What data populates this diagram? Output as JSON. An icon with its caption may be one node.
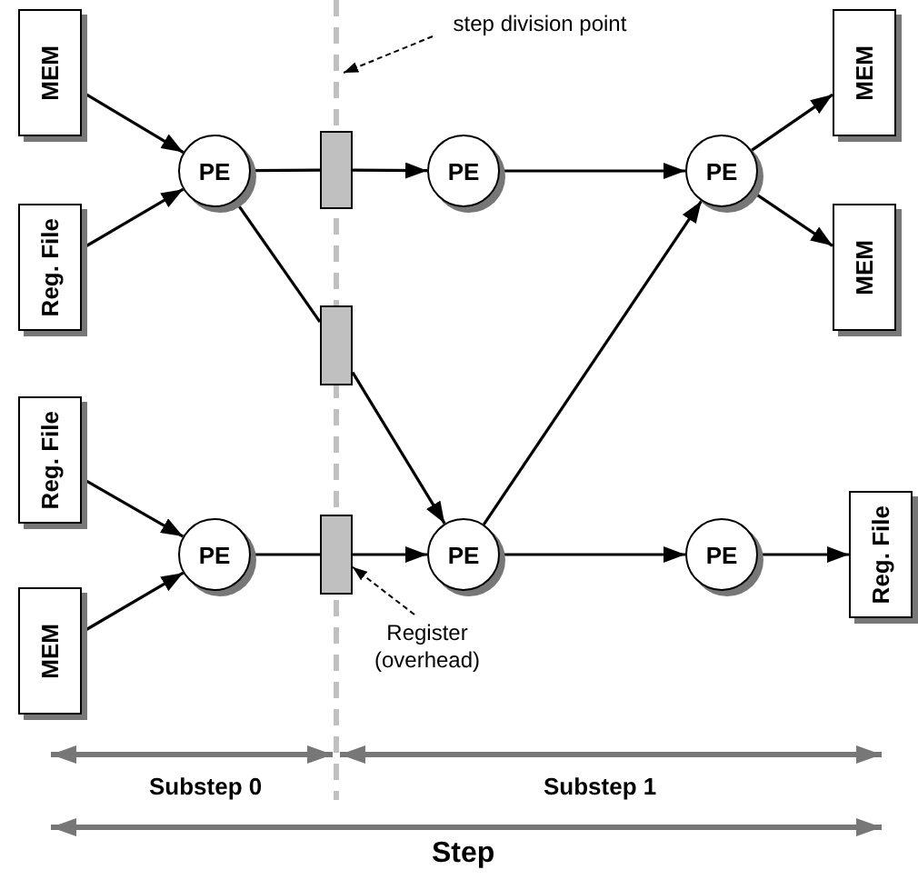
{
  "diagram": {
    "nodes": [
      {
        "text": [
          "MEM"
        ]
      },
      {
        "text": [
          "Reg. File"
        ]
      },
      {
        "text": [
          "Reg. File"
        ]
      },
      {
        "text": [
          "MEM"
        ]
      },
      {
        "text": [
          "PE"
        ]
      },
      {
        "text": [
          "PE"
        ]
      },
      {
        "text": [],
        "shape": "box"
      },
      {
        "text": [],
        "shape": "box"
      },
      {
        "text": [],
        "shape": "box"
      },
      {
        "text": [
          "PE"
        ]
      },
      {
        "text": [
          "PE"
        ]
      },
      {
        "text": [
          "PE"
        ]
      },
      {
        "text": [
          "PE"
        ]
      },
      {
        "text": [
          "MEM"
        ]
      },
      {
        "text": [
          "MEM"
        ]
      },
      {
        "text": [
          "Reg. File"
        ]
      },
      {
        "text": [
          "step division point"
        ]
      },
      {
        "text": [
          "Register (overhead)"
        ]
      }
    ],
    "edges": [
      {
        "from": 0,
        "to": 4,
        "arrow": "to"
      },
      {
        "from": 1,
        "to": 4,
        "arrow": "to"
      },
      {
        "from": 4,
        "to": 6,
        "arrow": "none"
      },
      {
        "from": 6,
        "to": 9,
        "arrow": "to"
      },
      {
        "from": 4,
        "to": 7,
        "arrow": "none"
      },
      {
        "from": 7,
        "to": 11,
        "arrow": "to"
      },
      {
        "from": 9,
        "to": 10,
        "arrow": "to"
      },
      {
        "from": 11,
        "to": 10,
        "arrow": "to"
      },
      {
        "from": 10,
        "to": 13,
        "arrow": "to"
      },
      {
        "from": 10,
        "to": 14,
        "arrow": "to"
      },
      {
        "from": 2,
        "to": 5,
        "arrow": "to"
      },
      {
        "from": 3,
        "to": 5,
        "arrow": "to"
      },
      {
        "from": 5,
        "to": 8,
        "arrow": "none"
      },
      {
        "from": 8,
        "to": 11,
        "arrow": "to"
      },
      {
        "from": 11,
        "to": 12,
        "arrow": "to"
      },
      {
        "from": 12,
        "to": 15,
        "arrow": "to"
      },
      {
        "from": 16,
        "to": null,
        "arrow": "to",
        "style": "dashed"
      },
      {
        "from": 17,
        "to": 8,
        "arrow": "to",
        "style": "dashed"
      }
    ],
    "labels": [
      "Substep 0",
      "Substep 1",
      "Step"
    ]
  }
}
